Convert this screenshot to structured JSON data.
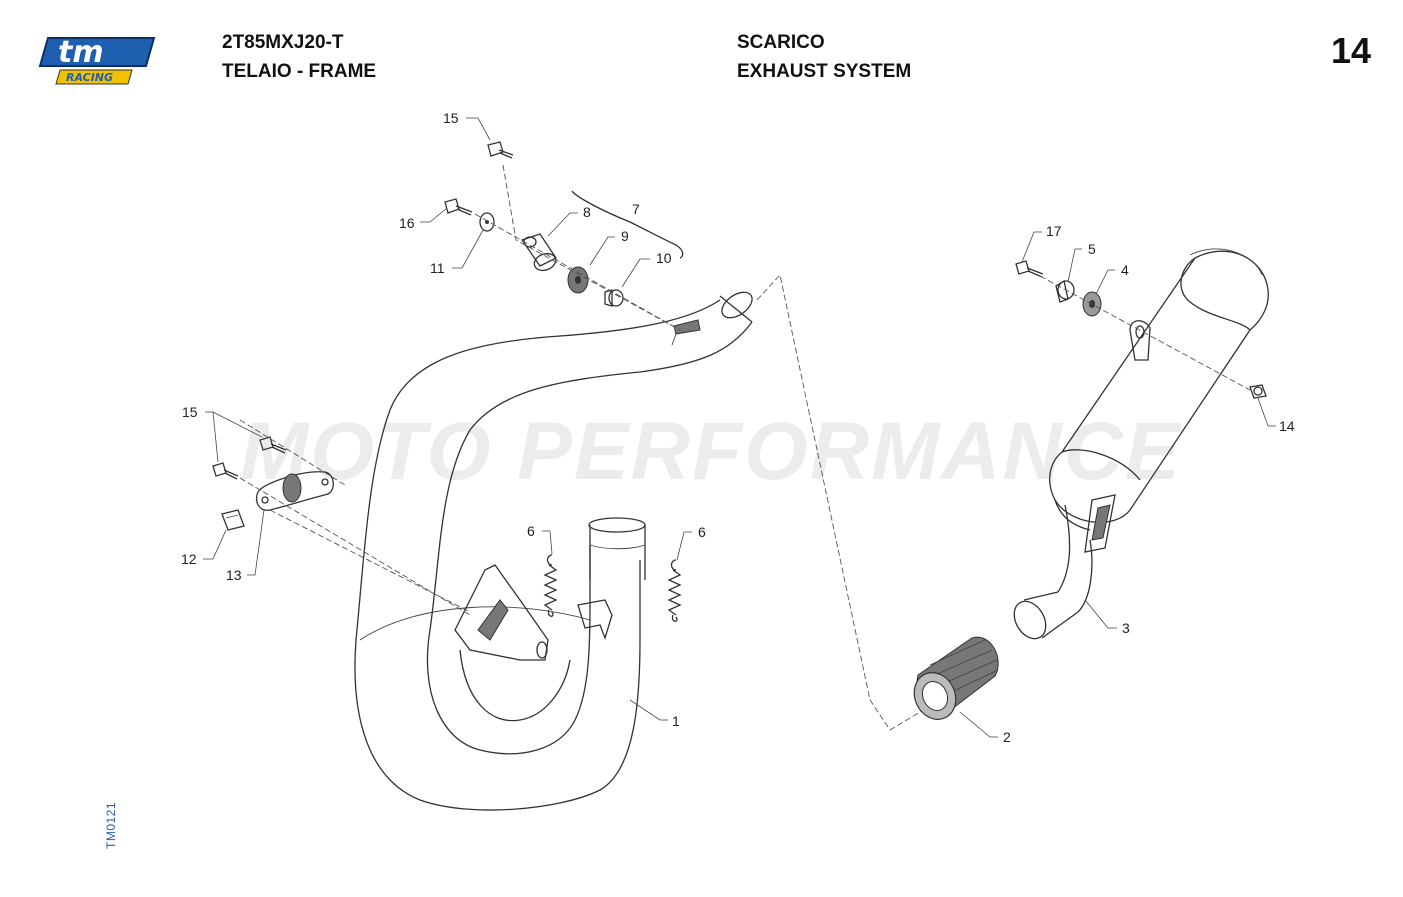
{
  "header": {
    "model_code": "2T85MXJ20-T",
    "group_it_en": "TELAIO - FRAME",
    "section_it": "SCARICO",
    "section_en": "EXHAUST SYSTEM",
    "page_number": "14"
  },
  "logo": {
    "main": "tm",
    "sub": "RACING",
    "color": "#1f5fb0"
  },
  "watermark": "MOTO PERFORMANCE",
  "doc_code": "TM0121",
  "callouts": {
    "c15a": "15",
    "c16": "16",
    "c11": "11",
    "c8": "8",
    "c7": "7",
    "c9": "9",
    "c10": "10",
    "c15b": "15",
    "c12": "12",
    "c13": "13",
    "c6a": "6",
    "c6b": "6",
    "c1": "1",
    "c17": "17",
    "c5": "5",
    "c4": "4",
    "c14": "14",
    "c3": "3",
    "c2": "2"
  }
}
